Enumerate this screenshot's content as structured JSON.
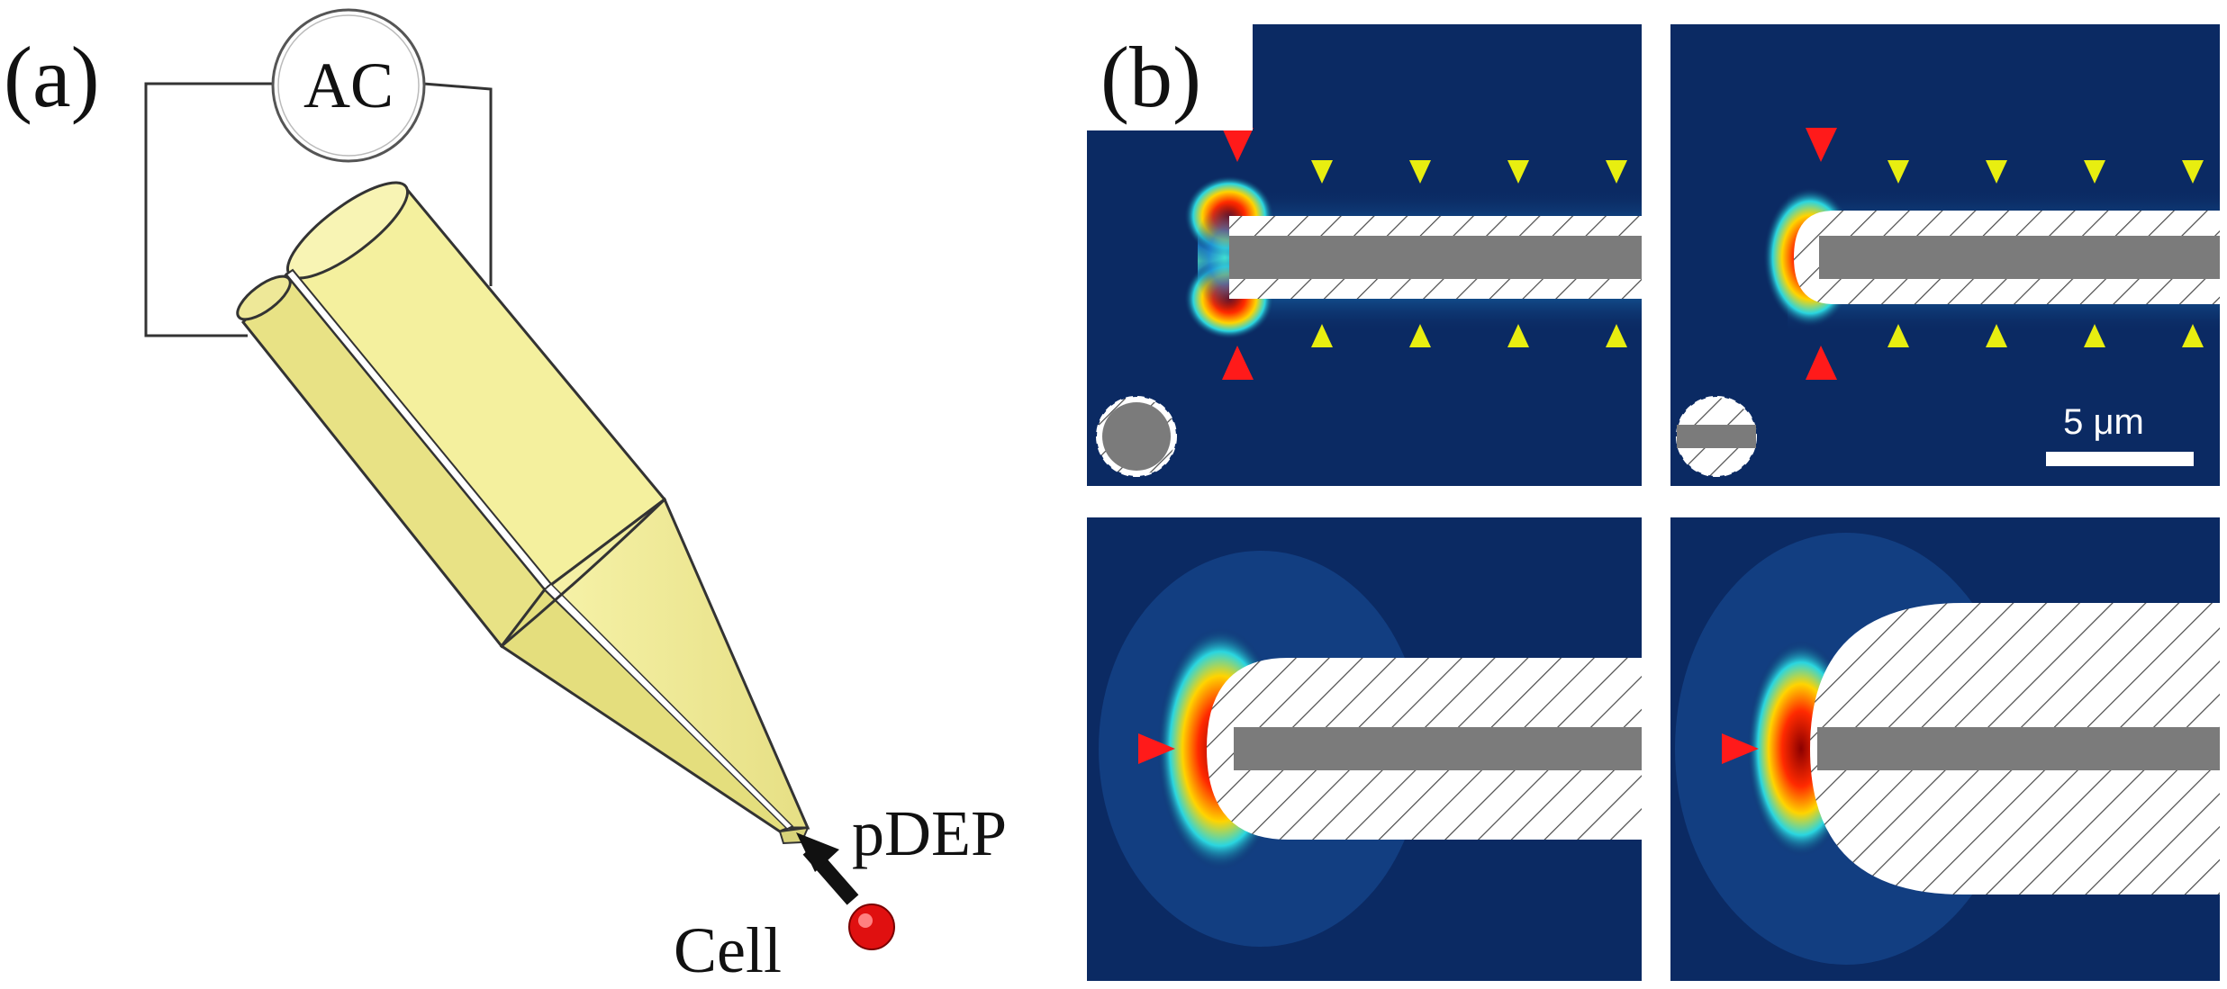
{
  "panel_a": {
    "label": "(a)",
    "source_label": "AC",
    "force_label": "pDEP",
    "particle_label": "Cell"
  },
  "panel_b": {
    "label": "(b)",
    "scale_bar_label": "5 μm"
  },
  "colors": {
    "background": "#ffffff",
    "field_dark": "#0b2a63",
    "electrode_fill": "#f2ee9a",
    "electrode_side": "#e3dd7a",
    "core": "#7b7b7b",
    "cell": "#e01010",
    "marker_red": "#ff1a1a",
    "marker_yellow": "#e8ee10"
  }
}
